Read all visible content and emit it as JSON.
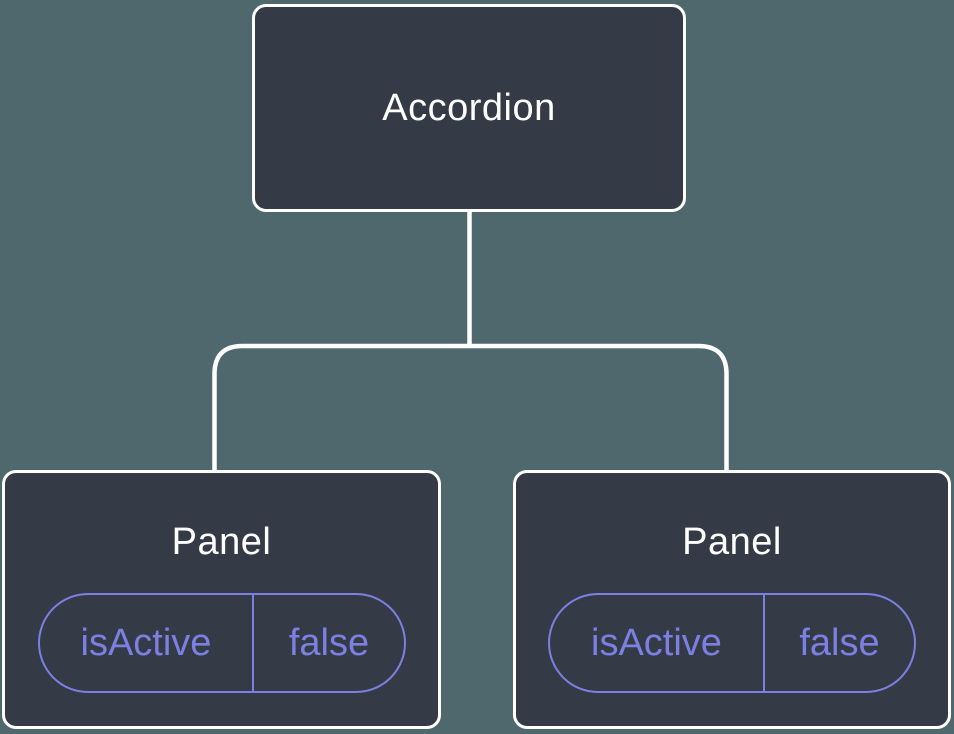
{
  "diagram": {
    "root": {
      "label": "Accordion"
    },
    "children": [
      {
        "label": "Panel",
        "state": {
          "key": "isActive",
          "value": "false"
        }
      },
      {
        "label": "Panel",
        "state": {
          "key": "isActive",
          "value": "false"
        }
      }
    ],
    "colors": {
      "background": "#4E686D",
      "node_fill": "#343B47",
      "node_border": "#FFFFFF",
      "node_text": "#FFFFFF",
      "connector": "#FFFFFF",
      "state_accent": "#7C80E2"
    }
  }
}
